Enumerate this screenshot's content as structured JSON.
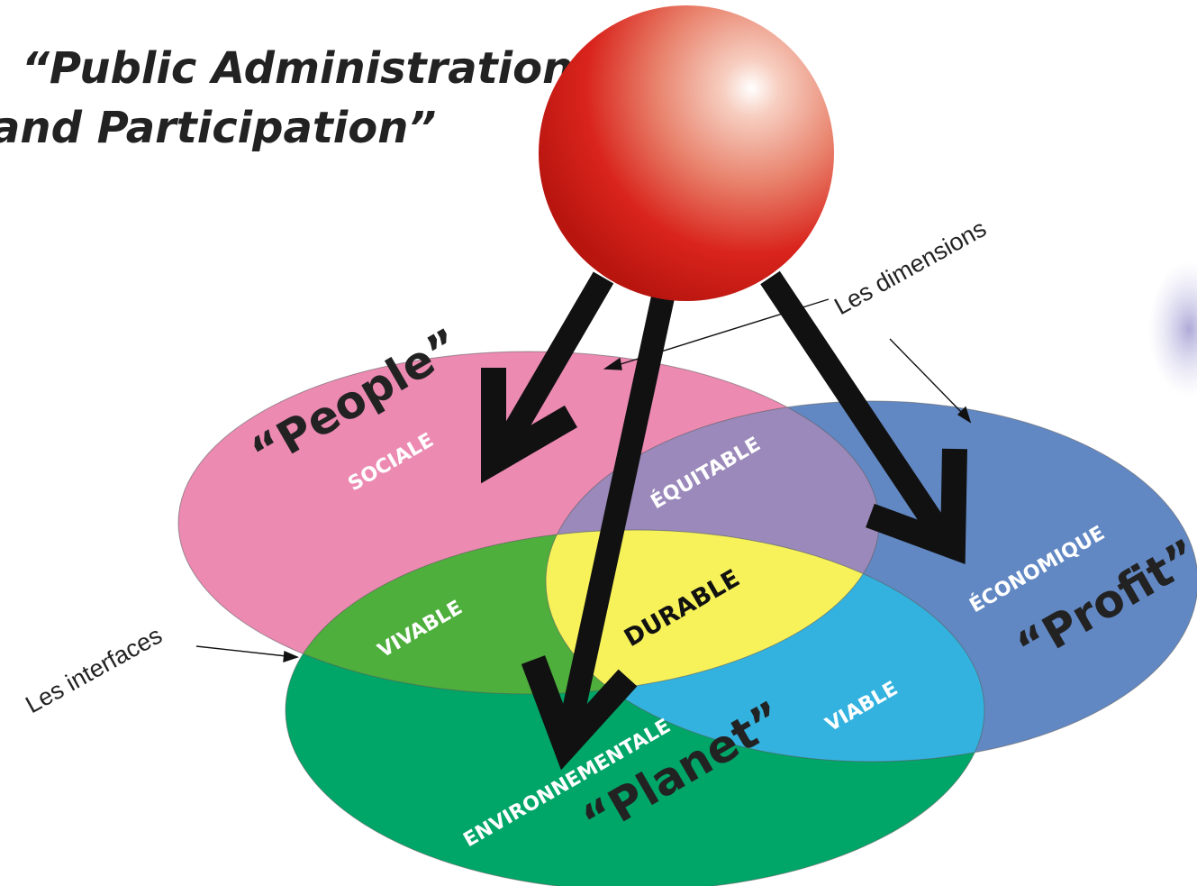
{
  "title": {
    "line1": "“Public Administration",
    "line2": "and Participation”"
  },
  "annotations": {
    "dimensions": "Les dimensions",
    "interfaces": "Les interfaces"
  },
  "circles": {
    "social": {
      "label": "SOCIALE",
      "quote": "“People”",
      "color": "#EC8AB2"
    },
    "economic": {
      "label": "ÉCONOMIQUE",
      "quote": "“Profit”",
      "color": "#6288C4"
    },
    "environmental": {
      "label": "ENVIRONNEMENTALE",
      "quote": "“Planet”",
      "color": "#00A568"
    }
  },
  "intersections": {
    "social_economic": {
      "label": "ÉQUITABLE",
      "color": "#9A89BA"
    },
    "social_environmental": {
      "label": "VIVABLE",
      "color": "#4EAF3C"
    },
    "economic_environmental": {
      "label": "VIABLE",
      "color": "#34B2DF"
    },
    "center": {
      "label": "DURABLE",
      "color": "#F7F25A"
    }
  },
  "sphere_color": "#D9241C"
}
